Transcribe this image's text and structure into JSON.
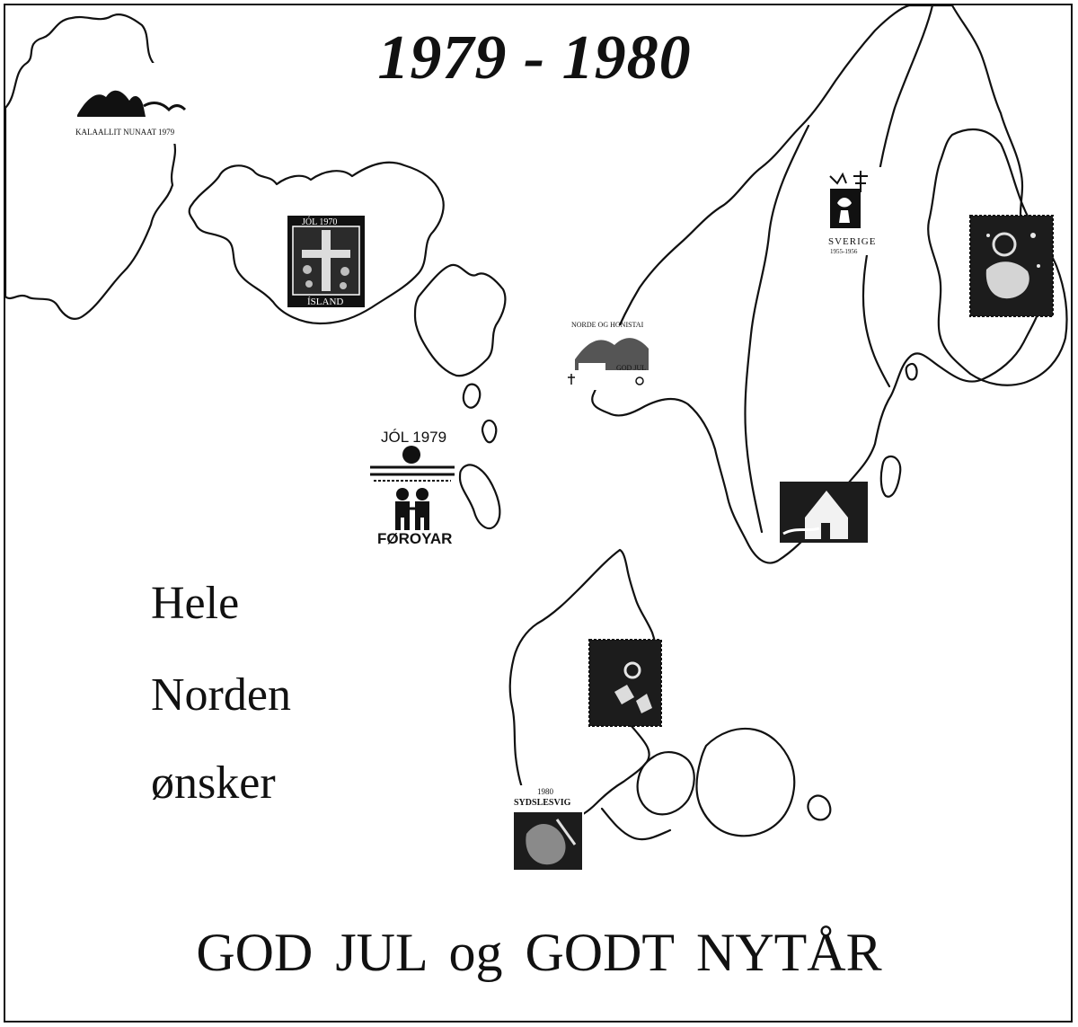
{
  "title": "1979 - 1980",
  "greeting": {
    "line1": "Hele",
    "line2": "Norden",
    "line3": "ønsker"
  },
  "footer": "GOD JUL og GODT NYTÅR",
  "stamps": {
    "greenland_header": "KALAALLIT NUNAAT 1979",
    "iceland_top": "JÓL 1970",
    "iceland_bottom": "ÍSLAND",
    "faroe_top": "JÓL 1979",
    "faroe_bottom": "FØROYAR",
    "norway_header": "NORDE OG HONISTAI",
    "norway_inner": "GOD JUL",
    "sweden_bottom": "SVERIGE",
    "sweden_year": "1955-1956",
    "schleswig_top": "1980",
    "schleswig_name": "SYDSLESVIG"
  },
  "colors": {
    "ink": "#111111",
    "paper": "#ffffff",
    "stamp_dark": "#1c1c1c"
  }
}
